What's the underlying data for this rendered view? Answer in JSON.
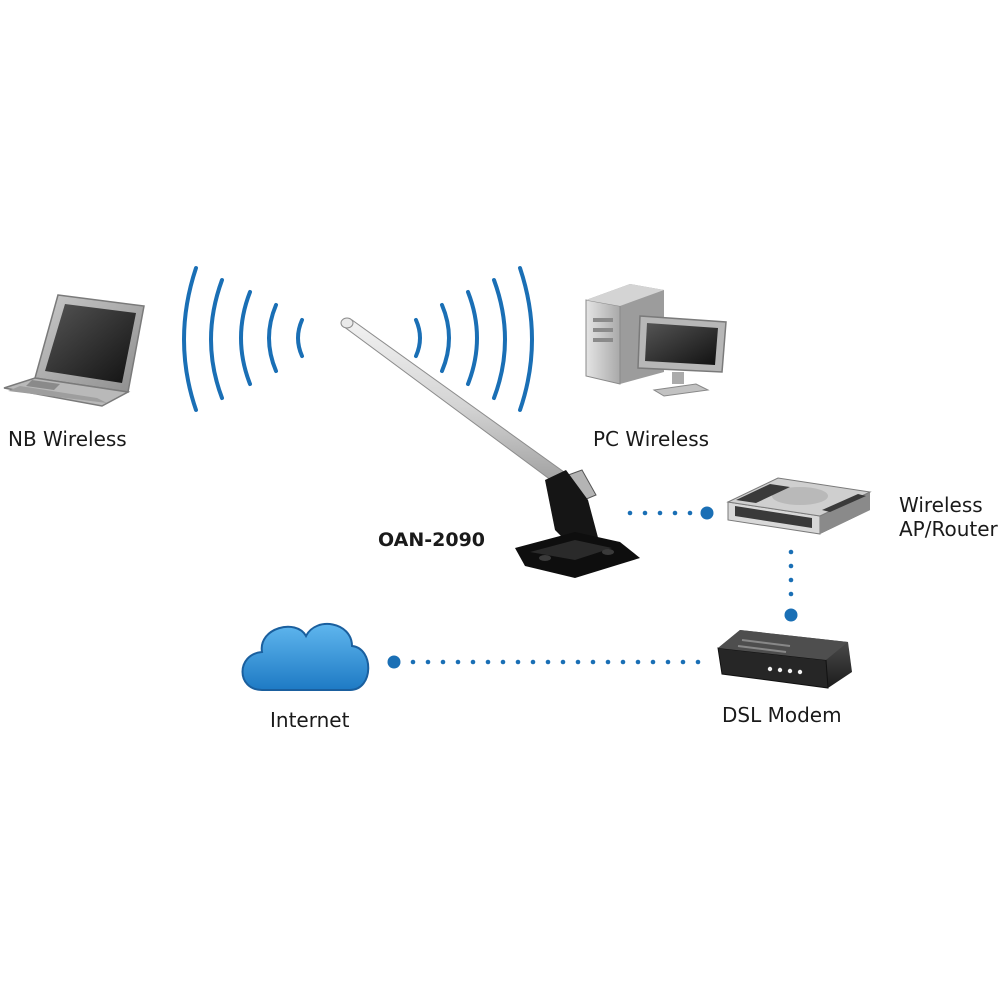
{
  "labels": {
    "nb_wireless": "NB Wireless",
    "pc_wireless": "PC Wireless",
    "wireless_ap_line1": "Wireless",
    "wireless_ap_line2": "AP/Router",
    "antenna_model": "OAN-2090",
    "internet": "Internet",
    "dsl_modem": "DSL Modem"
  },
  "icons": {
    "laptop": "laptop-icon",
    "desktop": "desktop-pc-icon",
    "antenna": "antenna-icon",
    "router": "router-icon",
    "modem": "modem-icon",
    "cloud": "cloud-icon",
    "waves": "wifi-waves-icon"
  },
  "colors": {
    "accent": "#1a6fb5",
    "cloud": "#2f8fd6",
    "text": "#1a1a1a"
  },
  "connections": [
    {
      "from": "antenna",
      "to": "wireless_ap_router",
      "style": "dotted"
    },
    {
      "from": "wireless_ap_router",
      "to": "dsl_modem",
      "style": "dotted"
    },
    {
      "from": "dsl_modem",
      "to": "internet",
      "style": "dotted"
    }
  ]
}
